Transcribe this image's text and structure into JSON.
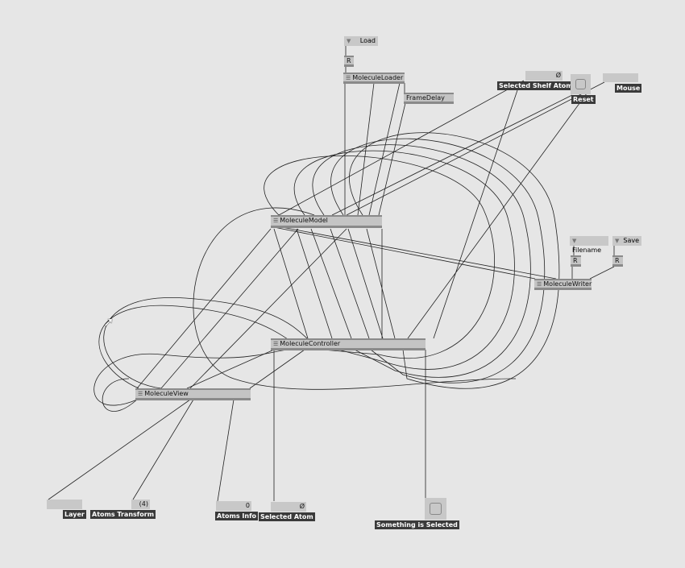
{
  "nodes": {
    "load": "Load",
    "r1": "R",
    "loader": "MoleculeLoader",
    "frame_delay": "FrameDelay",
    "model": "MoleculeModel",
    "filename": "Filename",
    "save": "Save",
    "r2": "R",
    "r3": "R",
    "writer": "MoleculeWriter",
    "controller": "MoleculeController",
    "view": "MoleculeView"
  },
  "ioboxes": {
    "selected_shelf_atom": {
      "label": "Selected Shelf Atom",
      "value": "Ø"
    },
    "reset": {
      "label": "Reset"
    },
    "mouse": {
      "label": "Mouse"
    },
    "layer": {
      "label": "Layer"
    },
    "atoms_transform": {
      "label": "Atoms Transform",
      "value": "(4)"
    },
    "atoms_info": {
      "label": "Atoms Info",
      "value": "0"
    },
    "selected_atom": {
      "label": "Selected Atom",
      "value": "Ø"
    },
    "something_selected": {
      "label": "Something is Selected"
    }
  },
  "icons": {
    "node": "menu-lines-icon",
    "enum": "triangle-down-icon"
  }
}
